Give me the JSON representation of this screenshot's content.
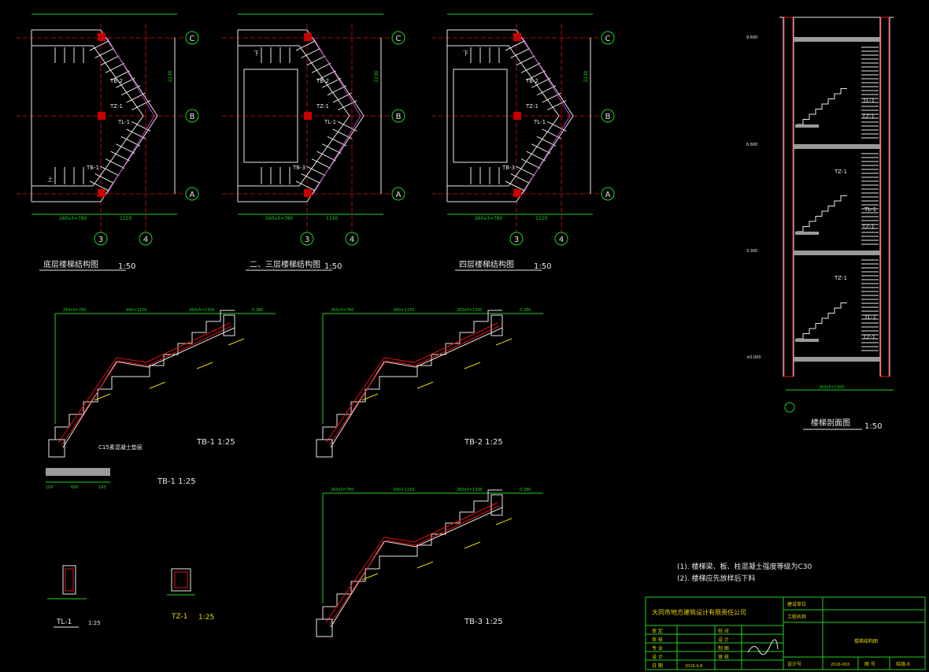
{
  "plans": [
    {
      "title": "底层楼梯结构图",
      "scale": "1:50"
    },
    {
      "title": "二、三层楼梯结构图",
      "scale": "1:50"
    },
    {
      "title": "四层楼梯结构图",
      "scale": "1:50"
    }
  ],
  "axes": {
    "rows": [
      "C",
      "B",
      "A"
    ],
    "cols": [
      "3",
      "4"
    ]
  },
  "plan_labels": {
    "tz1": "TZ-1",
    "tl1": "TL-1",
    "tb1": "TB-1",
    "tb2": "TB-2",
    "tb3": "TB-3",
    "up": "上",
    "down": "下",
    "dim_bottom": "260x3=780",
    "dim_mid": "1150",
    "dim_right": "2230"
  },
  "section": {
    "title": "楼梯剖面图",
    "scale": "1:50",
    "levels": [
      "9.600",
      "6.600",
      "3.300",
      "±0.000"
    ],
    "labels": [
      "TL-1",
      "TZ-1",
      "TZ-1",
      "TL-1",
      "TZ-1",
      "TZ-1",
      "TL-1",
      "TZ-1"
    ],
    "dim_bottom": "260x5=1300"
  },
  "stairs": [
    {
      "name": "TB-1",
      "scale": "1:25",
      "dims": [
        "260x3=780",
        "690+1150",
        "260x5=1300",
        "0.380"
      ],
      "note": "C15素混凝土垫层",
      "base_dims": [
        "100",
        "600",
        "100"
      ]
    },
    {
      "name": "TB-2",
      "scale": "1:25",
      "dims": [
        "260x3=780",
        "690+1150",
        "260x5=1300",
        "0.380"
      ]
    },
    {
      "name": "TB-3",
      "scale": "1:25",
      "dims": [
        "260x3=780",
        "690+1150",
        "260x5=1300",
        "0.380"
      ]
    }
  ],
  "details": [
    {
      "name": "TL-1",
      "scale": "1:25"
    },
    {
      "name": "TZ-1",
      "scale": "1:25"
    }
  ],
  "notes": [
    "(1). 楼梯梁、板、柱混凝土强度等级为C30",
    "(2). 楼梯应先放样后下料"
  ],
  "titleblock": {
    "company": "大同市地方建筑设计有限责任公司",
    "rows": [
      "审 定",
      "审 核",
      "专 业",
      "设 计",
      "日 期"
    ],
    "cols": [
      "校 对",
      "设 计",
      "制 图",
      "审 核"
    ],
    "date": "2016.9.8",
    "project_label": "建设单位",
    "project_name": "工程名称",
    "drawing_name": "楼梯结构图",
    "sheet_label": "图 号",
    "sheet_no": "结施-6",
    "design_no_label": "设计号",
    "design_no": "2016-003"
  }
}
